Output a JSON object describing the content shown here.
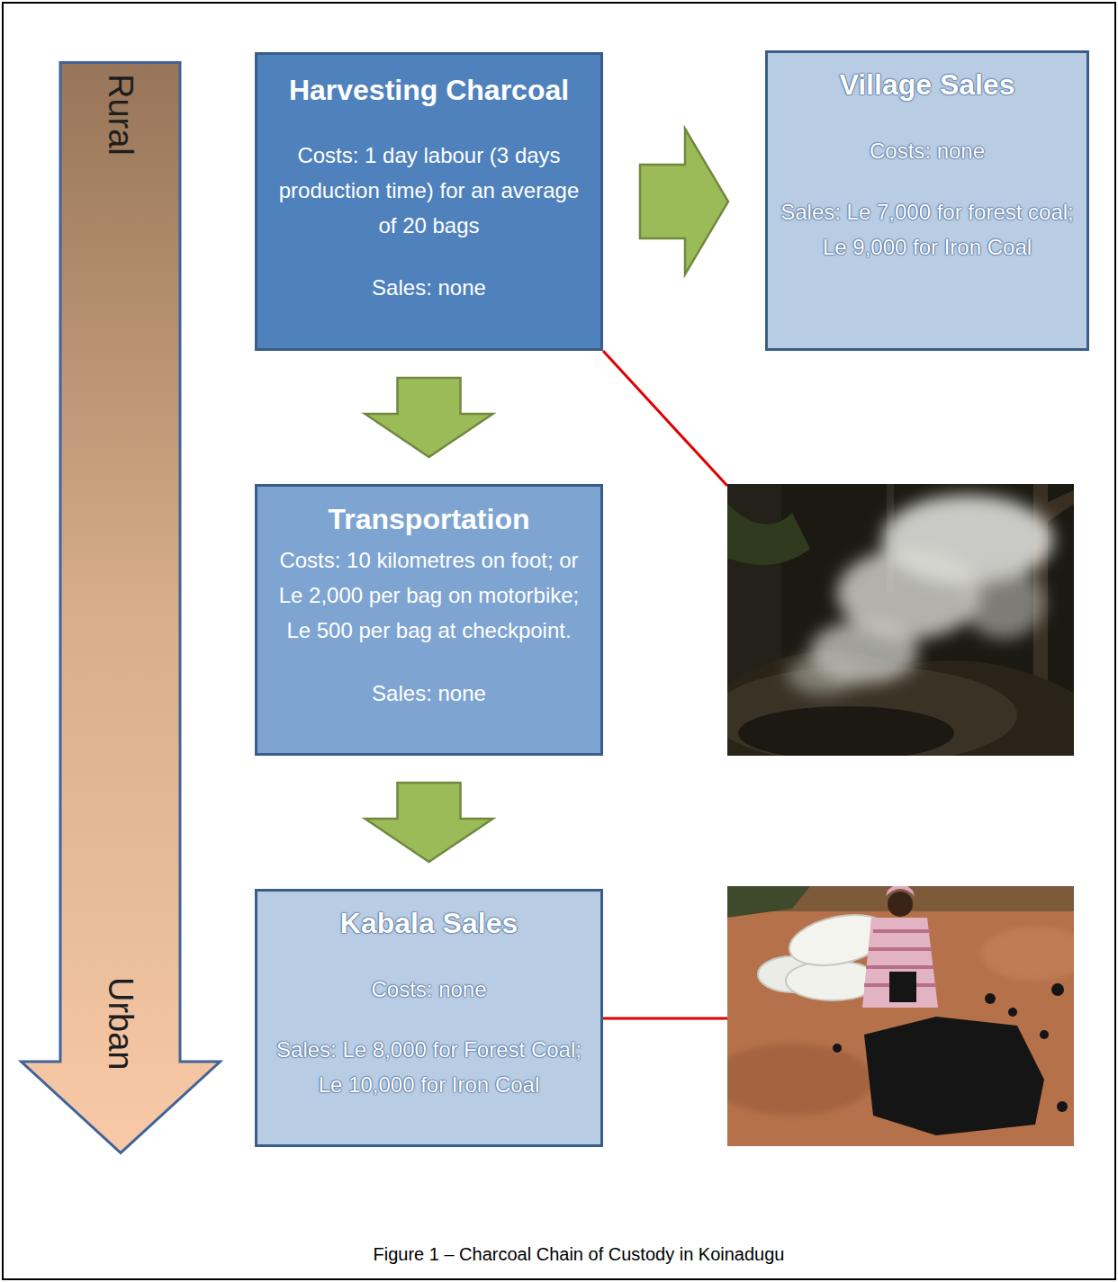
{
  "diagram": {
    "caption": "Figure 1 – Charcoal Chain of Custody in Koinadugu",
    "nodes": [
      {
        "text": [
          "Rural",
          "Urban"
        ]
      },
      {
        "text": [
          "Harvesting Charcoal",
          "Costs: 1 day labour (3 days production time) for an average of 20 bags",
          "Sales: none"
        ]
      },
      {
        "text": [
          "Village Sales",
          "Costs: none",
          "Sales: Le 7,000 for forest coal; Le 9,000 for Iron Coal"
        ]
      },
      {
        "text": [
          "Transportation",
          "Costs: 10 kilometres on foot; or Le 2,000 per bag on motorbike; Le 500 per bag at checkpoint.",
          "Sales: none"
        ]
      },
      {
        "text": [
          "Kabala Sales",
          "Costs: none",
          "Sales: Le 8,000 for Forest Coal; Le 10,000 for Iron Coal"
        ]
      }
    ],
    "edges": [
      {
        "from": 1,
        "to": 2,
        "arrow": "to"
      },
      {
        "from": 1,
        "to": 3,
        "arrow": "to"
      },
      {
        "from": 3,
        "to": 4,
        "arrow": "to"
      }
    ]
  }
}
